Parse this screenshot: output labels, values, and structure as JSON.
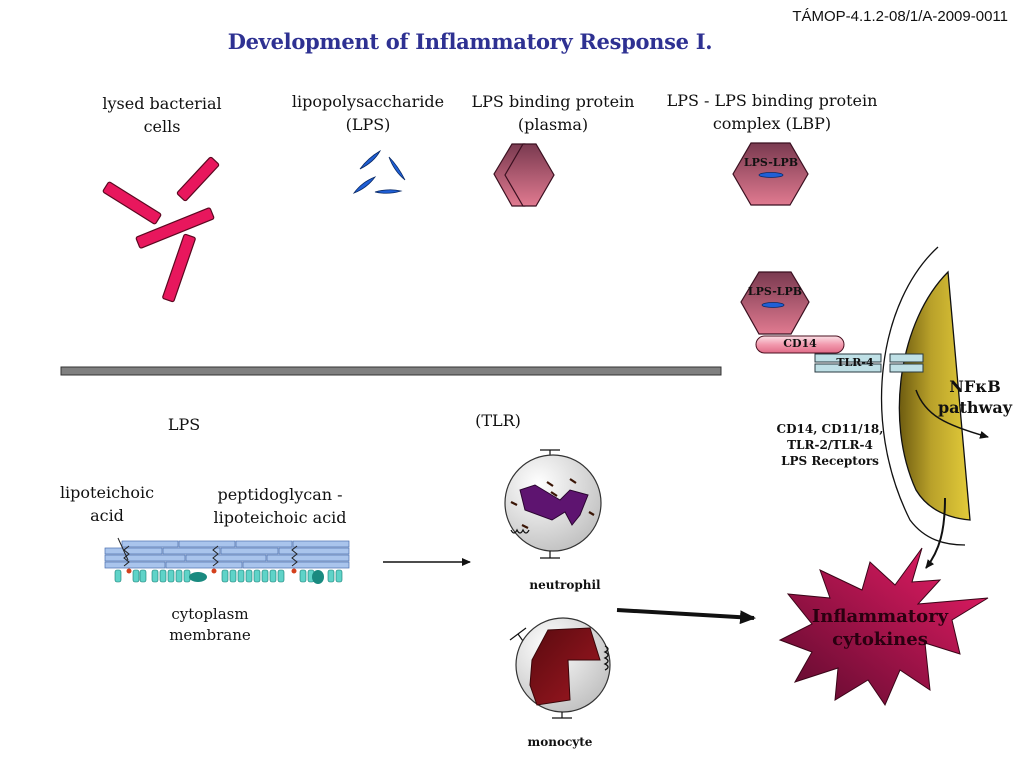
{
  "header": {
    "reference_code": "TÁMOP-4.1.2-08/1/A-2009-0011",
    "title": "Development of Inflammatory Response I."
  },
  "colors": {
    "title": "#2e3192",
    "bacteria_rod": "#e8175d",
    "lps_molecule": "#1f5fd6",
    "hexagon_top": "#7a3a50",
    "hexagon_bottom": "#e07a90",
    "cd14_pill": "#f0a0b0",
    "tlr_bar": "#bfe0e6",
    "cell_membrane": "#d9c23a",
    "cytokines_star": "#d61a5c",
    "separator_bar": "#808080"
  },
  "top_row": {
    "lysed_bacteria": {
      "label_line1": "lysed bacterial",
      "label_line2": "cells",
      "icon": "bacteria-rods-icon"
    },
    "lps": {
      "label_line1": "lipopolysaccharide",
      "label_line2": "(LPS)",
      "icon": "lps-molecules-icon"
    },
    "lbp": {
      "label_line1": "LPS binding protein",
      "label_line2": "(plasma)",
      "icon": "hexagon-protein-icon"
    },
    "complex": {
      "label_line1": "LPS - LPS binding protein",
      "label_line2": "complex (LBP)",
      "hexagon_label": "LPS-LPB"
    }
  },
  "receptor": {
    "hexagon_label": "LPS-LPB",
    "cd14_label": "CD14",
    "tlr_label": "TLR-4",
    "receptors_caption": [
      "CD14, CD11/18,",
      "TLR-2/TLR-4",
      "LPS Receptors"
    ],
    "pathway_line1": "NFκB",
    "pathway_line2": "pathway"
  },
  "bottom": {
    "lps_label": "LPS",
    "tlr_label": "(TLR)",
    "lipoteichoic_line1": "lipoteichoic",
    "lipoteichoic_line2": "acid",
    "peptidoglycan_line1": "peptidoglycan -",
    "peptidoglycan_line2": "lipoteichoic acid",
    "membrane_line1": "cytoplasm",
    "membrane_line2": "membrane",
    "neutrophil_label": "neutrophil",
    "monocyte_label": "monocyte",
    "cytokines_line1": "Inflammatory",
    "cytokines_line2": "cytokines"
  }
}
